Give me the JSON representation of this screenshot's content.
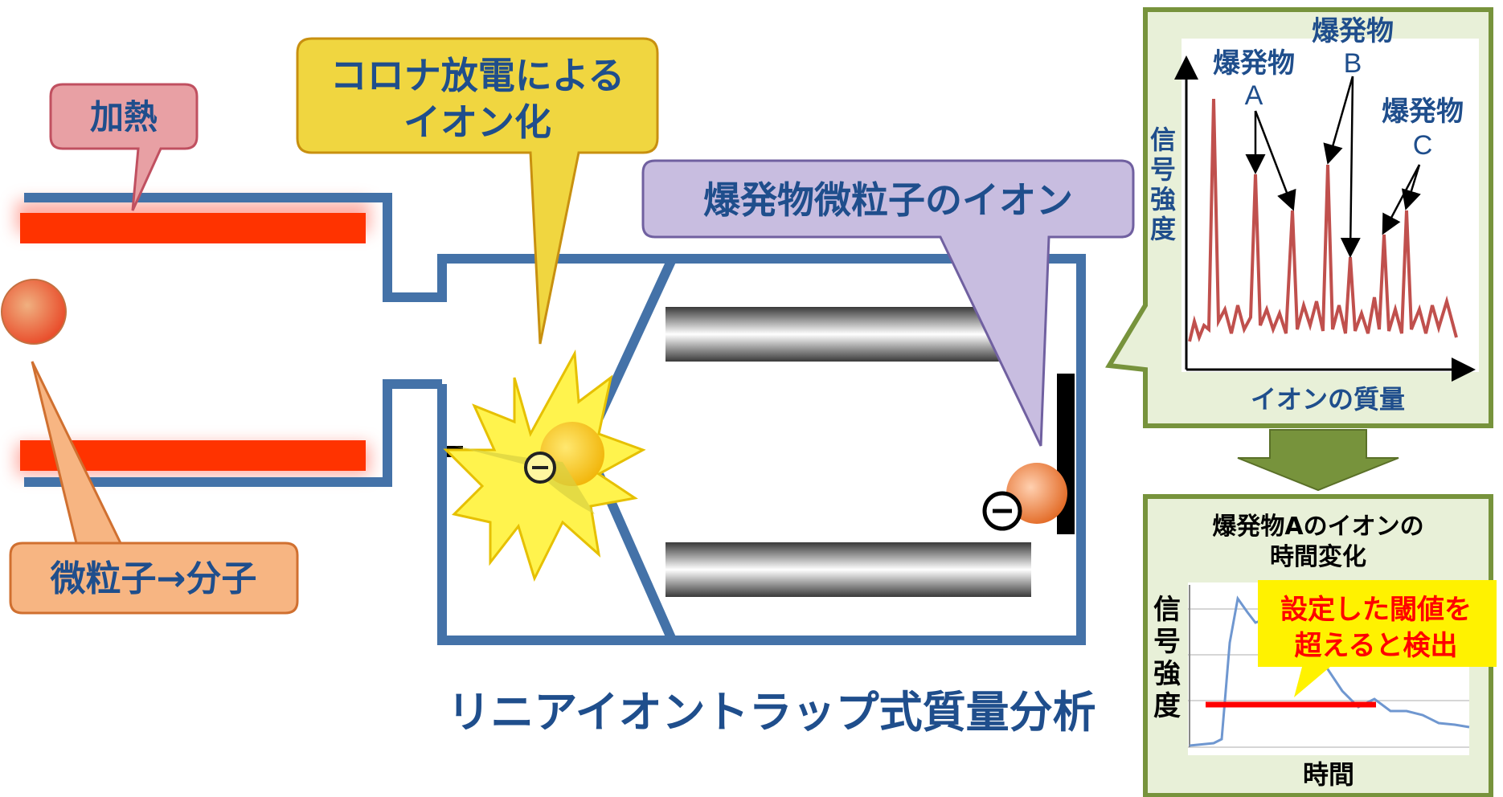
{
  "labels": {
    "heating": "加熱",
    "corona": [
      "コロナ放電による",
      "イオン化"
    ],
    "explosive_ion": "爆発物微粒子のイオン",
    "particle_to_molecule": "微粒子→分子",
    "method_title": "リニアイオントラップ式質量分析",
    "minus_sign": "−"
  },
  "spectrum": {
    "ylabel": [
      "信",
      "号",
      "強",
      "度"
    ],
    "xlabel": "イオンの質量",
    "peak_labels": [
      {
        "name": "爆発物",
        "letter": "A"
      },
      {
        "name": "爆発物",
        "letter": "B"
      },
      {
        "name": "爆発物",
        "letter": "C"
      }
    ]
  },
  "timeplot": {
    "title": [
      "爆発物Aのイオンの",
      "時間変化"
    ],
    "ylabel": [
      "信",
      "号",
      "強",
      "度"
    ],
    "xlabel": "時間",
    "threshold_callout": [
      "設定した閾値を",
      "超えると検出"
    ]
  },
  "colors": {
    "frame": "#4472a8",
    "heater": "#ff3300",
    "spectrum_line": "#c0504d",
    "panel_border": "#77933c",
    "title_text": "#1f4e8c",
    "time_line": "#6f97d0",
    "threshold": "#ff0000"
  }
}
